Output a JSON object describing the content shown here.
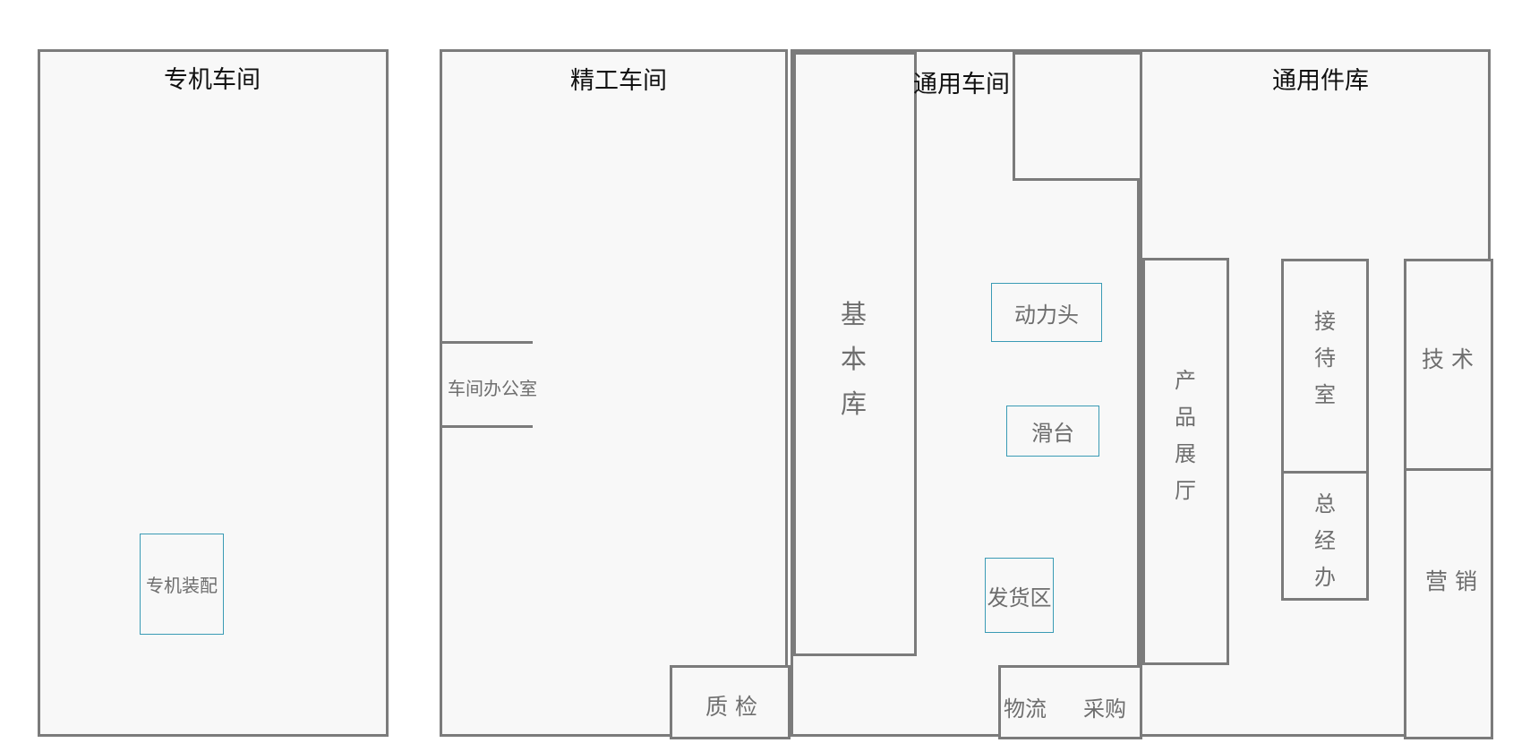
{
  "workshops": {
    "special": {
      "title": "专机车间",
      "zone_assembly": "专机装配"
    },
    "precision": {
      "title": "精工车间",
      "office": "车间办公室",
      "qc": "质 检"
    },
    "general": {
      "title": "通用车间",
      "base_store": [
        "基",
        "本",
        "库"
      ],
      "power_head": "动力头",
      "slide": "滑台",
      "shipping": "发货区",
      "logistics": "物流",
      "purchase": "采购"
    },
    "parts_store": {
      "title": "通用件库",
      "showroom": [
        "产",
        "品",
        "展",
        "厅"
      ],
      "reception": [
        "接",
        "待",
        "室"
      ],
      "gm_office": [
        "总",
        "经",
        "办"
      ],
      "tech": "技 术",
      "marketing": "营 销"
    }
  },
  "colors": {
    "border": "#7b7b7b",
    "zone_border": "#3a9bb5",
    "fill": "#f8f8f8"
  }
}
